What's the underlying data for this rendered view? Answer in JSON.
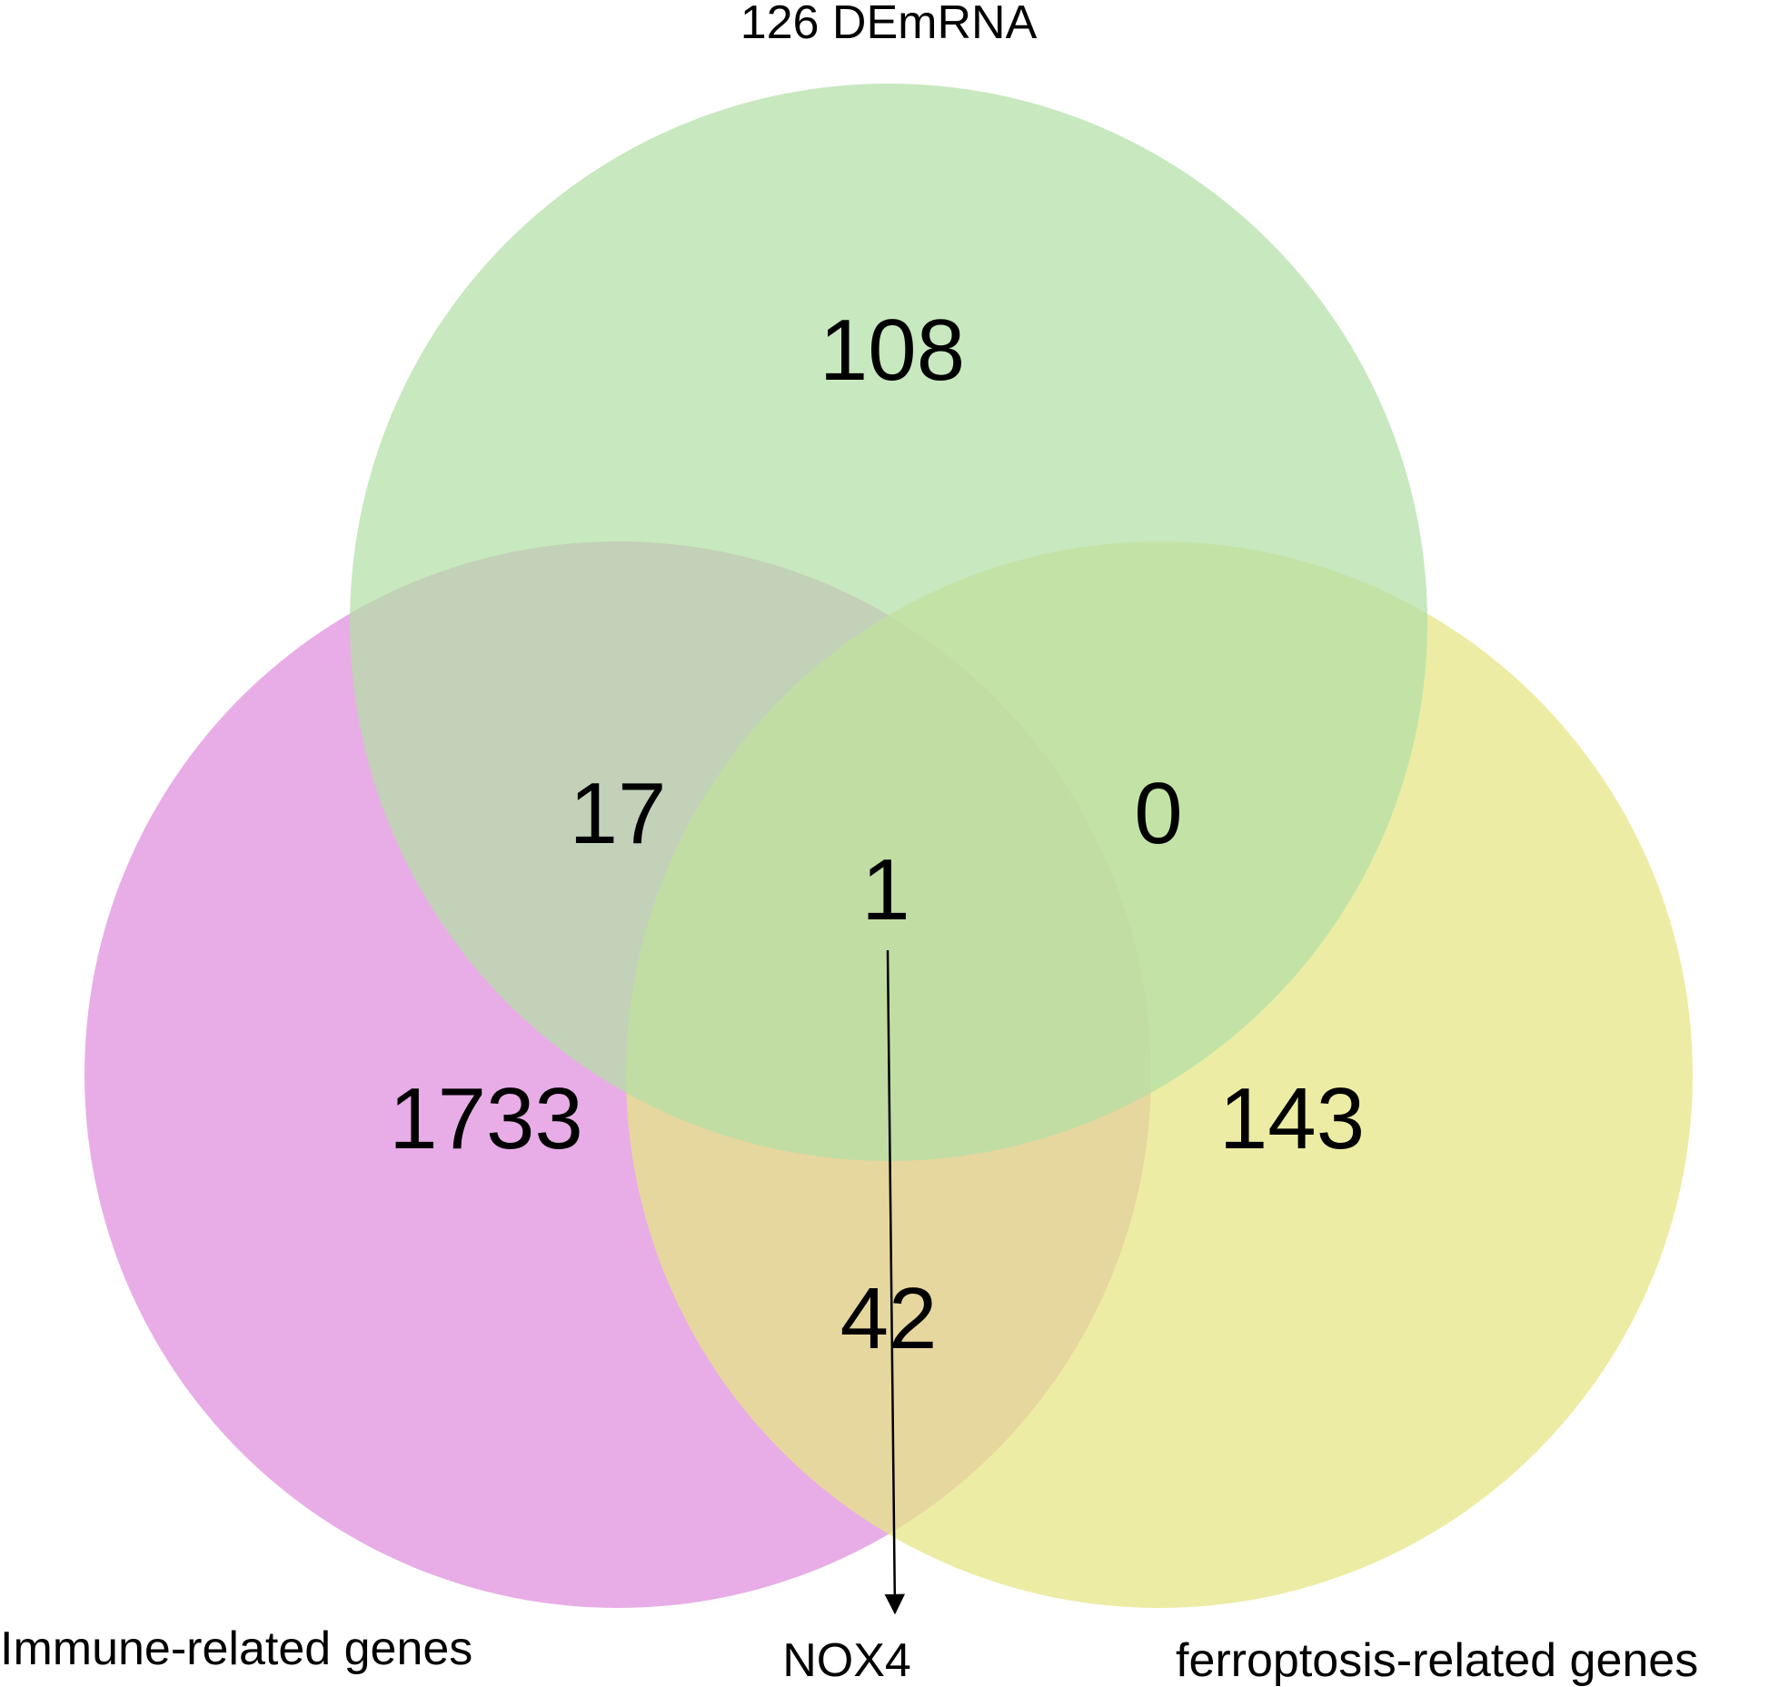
{
  "sets": {
    "demrna": {
      "label": "126 DEmRNA",
      "color": "#b3dfa6"
    },
    "immune": {
      "label": "Immune-related genes",
      "color": "#e49fe2"
    },
    "ferroptosis": {
      "label": "ferroptosis-related genes",
      "color": "#e5e585"
    }
  },
  "regions": {
    "demrna_only": "108",
    "immune_only": "1733",
    "ferroptosis_only": "143",
    "demrna_immune": "17",
    "demrna_ferroptosis": "0",
    "immune_ferroptosis": "42",
    "all_three": "1"
  },
  "annotation": {
    "gene": "NOX4"
  }
}
